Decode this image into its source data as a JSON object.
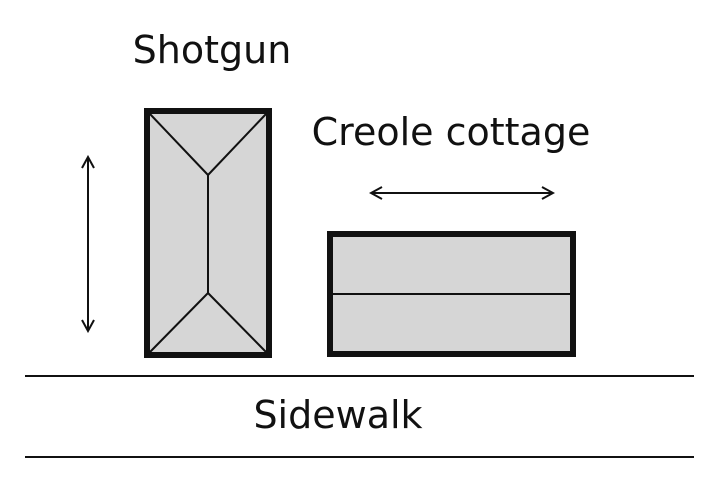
{
  "labels": {
    "shotgun": "Shotgun",
    "creole_cottage": "Creole cottage",
    "sidewalk": "Sidewalk"
  },
  "colors": {
    "outline": "#111111",
    "fill": "#d6d6d6",
    "background": "#ffffff"
  }
}
